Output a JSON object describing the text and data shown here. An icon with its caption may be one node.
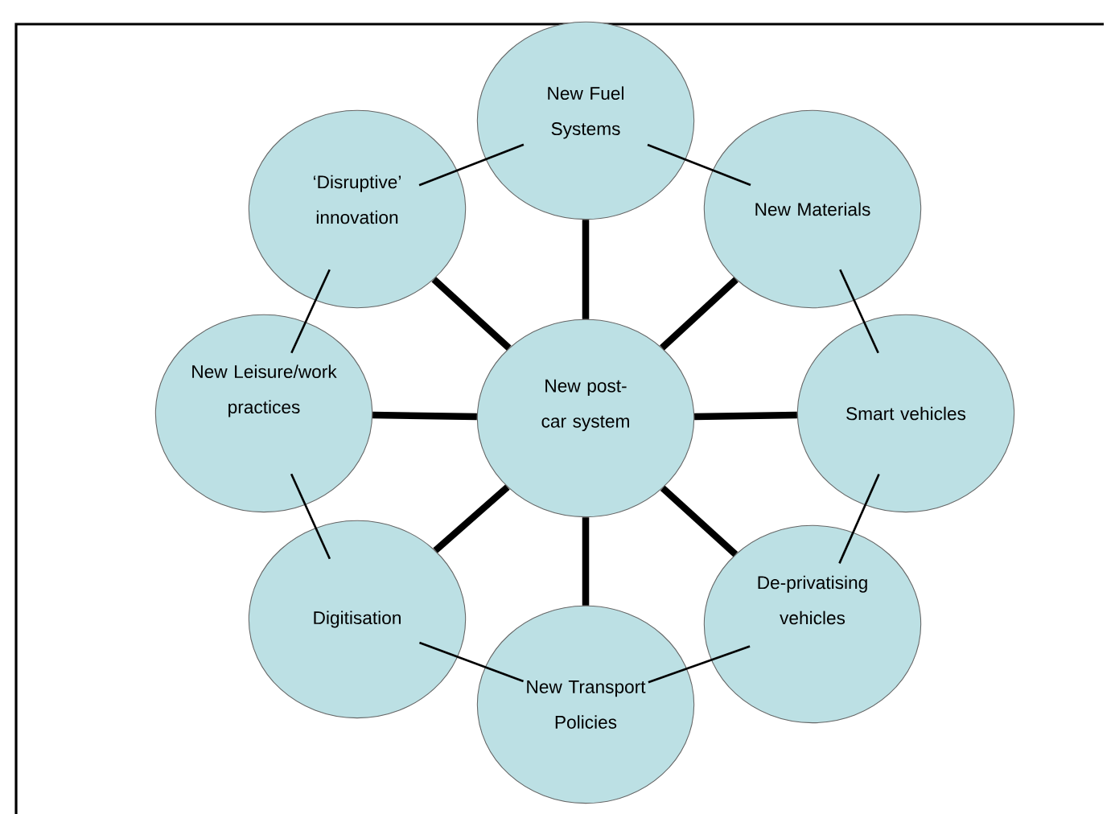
{
  "diagram": {
    "nodes": [
      {
        "text": [
          "New Fuel Systems"
        ]
      },
      {
        "text": [
          "‘Disruptive’ innovation"
        ]
      },
      {
        "text": [
          "New Materials"
        ]
      },
      {
        "text": [
          "New Leisure/work practices"
        ]
      },
      {
        "text": [
          "New post-car system"
        ]
      },
      {
        "text": [
          "Smart vehicles"
        ]
      },
      {
        "text": [
          "Digitisation"
        ]
      },
      {
        "text": [
          "De-privatising vehicles"
        ]
      },
      {
        "text": [
          "New Transport Policies"
        ]
      }
    ],
    "edges": [
      {
        "from": 4,
        "to": 0,
        "arrow": "none",
        "style": "thick"
      },
      {
        "from": 4,
        "to": 2,
        "arrow": "none",
        "style": "thick"
      },
      {
        "from": 4,
        "to": 5,
        "arrow": "none",
        "style": "thick"
      },
      {
        "from": 4,
        "to": 7,
        "arrow": "none",
        "style": "thick"
      },
      {
        "from": 4,
        "to": 8,
        "arrow": "none",
        "style": "thick"
      },
      {
        "from": 4,
        "to": 6,
        "arrow": "none",
        "style": "thick"
      },
      {
        "from": 4,
        "to": 3,
        "arrow": "none",
        "style": "thick"
      },
      {
        "from": 4,
        "to": 1,
        "arrow": "none",
        "style": "thick"
      },
      {
        "from": 1,
        "to": 0,
        "arrow": "none"
      },
      {
        "from": 0,
        "to": 2,
        "arrow": "none"
      },
      {
        "from": 2,
        "to": 5,
        "arrow": "none"
      },
      {
        "from": 5,
        "to": 7,
        "arrow": "none"
      },
      {
        "from": 7,
        "to": 8,
        "arrow": "none"
      },
      {
        "from": 8,
        "to": 6,
        "arrow": "none"
      },
      {
        "from": 6,
        "to": 3,
        "arrow": "none"
      },
      {
        "from": 3,
        "to": 1,
        "arrow": "none"
      }
    ]
  }
}
